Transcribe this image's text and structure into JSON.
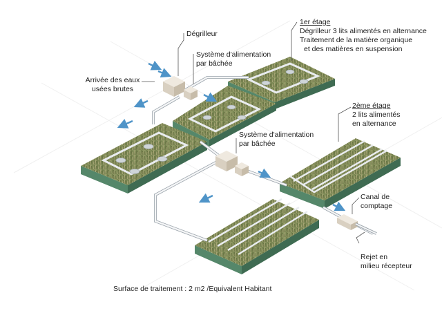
{
  "labels": {
    "degrilleur": "Dégrilleur",
    "feed_top_1": "Système d'alimentation",
    "feed_top_2": "par bâchée",
    "inflow_1": "Arrivée des eaux",
    "inflow_2": "usées brutes",
    "stage1_title": "1er étage",
    "stage1_l1": "Dégrilleur 3 lits alimentés en alternance",
    "stage1_l2": "Traitement de la matière organique",
    "stage1_l3": "et des matières en suspension",
    "feed_mid_1": "Système d'alimentation",
    "feed_mid_2": "par bâchée",
    "stage2_title": "2ème étage",
    "stage2_l1": "2 lits alimentés",
    "stage2_l2": "en alternance",
    "canal_1": "Canal de",
    "canal_2": "comptage",
    "rejet_1": "Rejet en",
    "rejet_2": "milieu récepteur",
    "footer": "Surface de traitement : 2 m2 /Equivalent Habitant"
  },
  "colors": {
    "reed_top": "#8a9560",
    "reed_dark": "#5f6b3c",
    "reed_light": "#b7ad82",
    "bed_side": "#3f6b52",
    "bed_front": "#55876a",
    "pipe": "#e9ecef",
    "pipe_edge": "#9aa3ab",
    "arrow": "#4f94c8",
    "tank": "#e4ddd0"
  }
}
